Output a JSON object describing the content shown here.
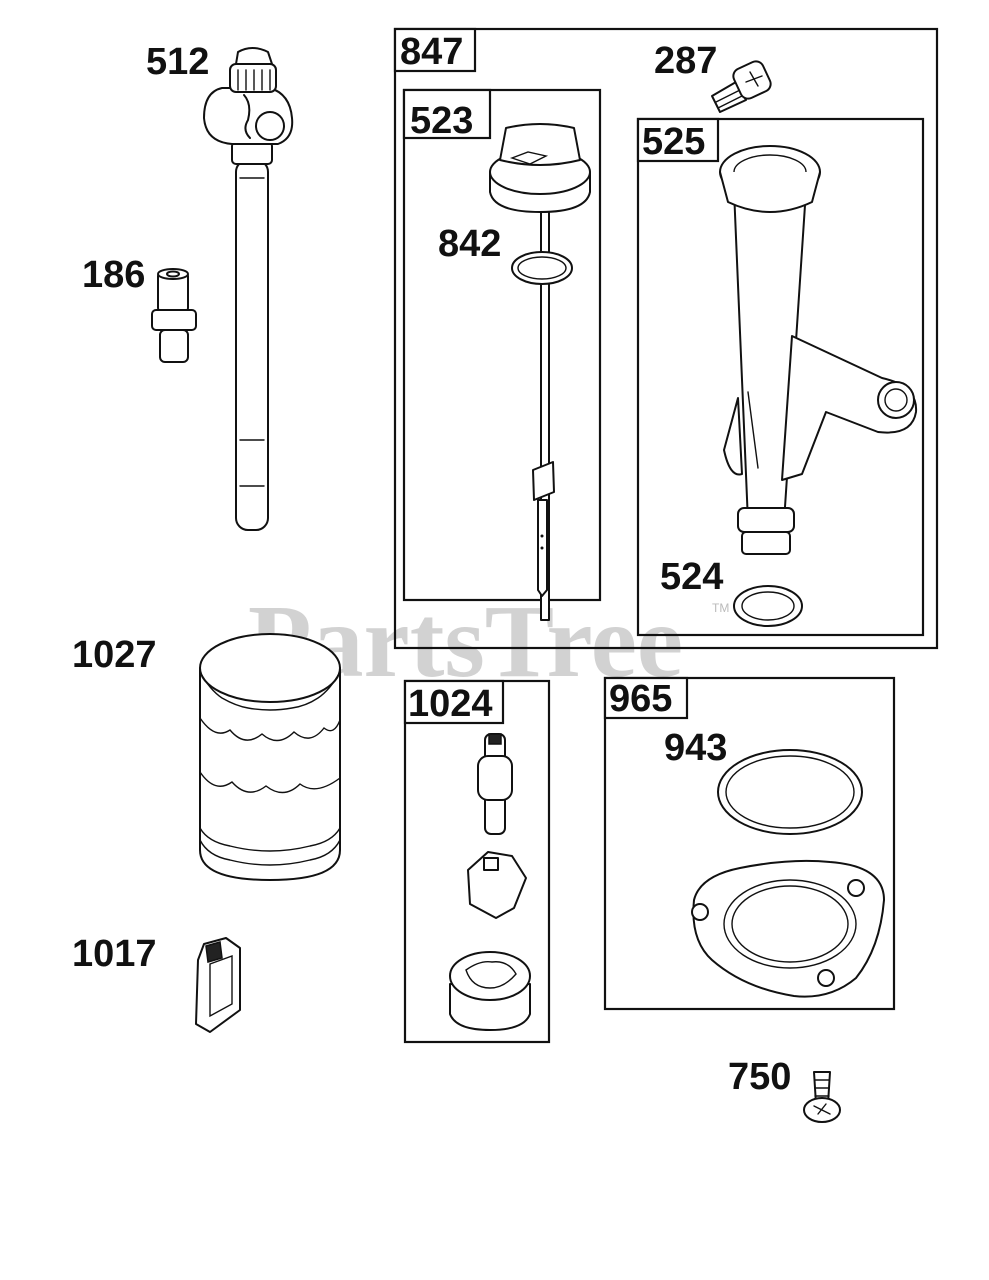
{
  "watermark": {
    "text": "PartsTree",
    "tm": "TM"
  },
  "labels": {
    "p512": "512",
    "p186": "186",
    "p1027": "1027",
    "p1017": "1017",
    "p847": "847",
    "p523": "523",
    "p842": "842",
    "p287": "287",
    "p525": "525",
    "p524": "524",
    "p1024": "1024",
    "p965": "965",
    "p943": "943",
    "p750": "750"
  }
}
